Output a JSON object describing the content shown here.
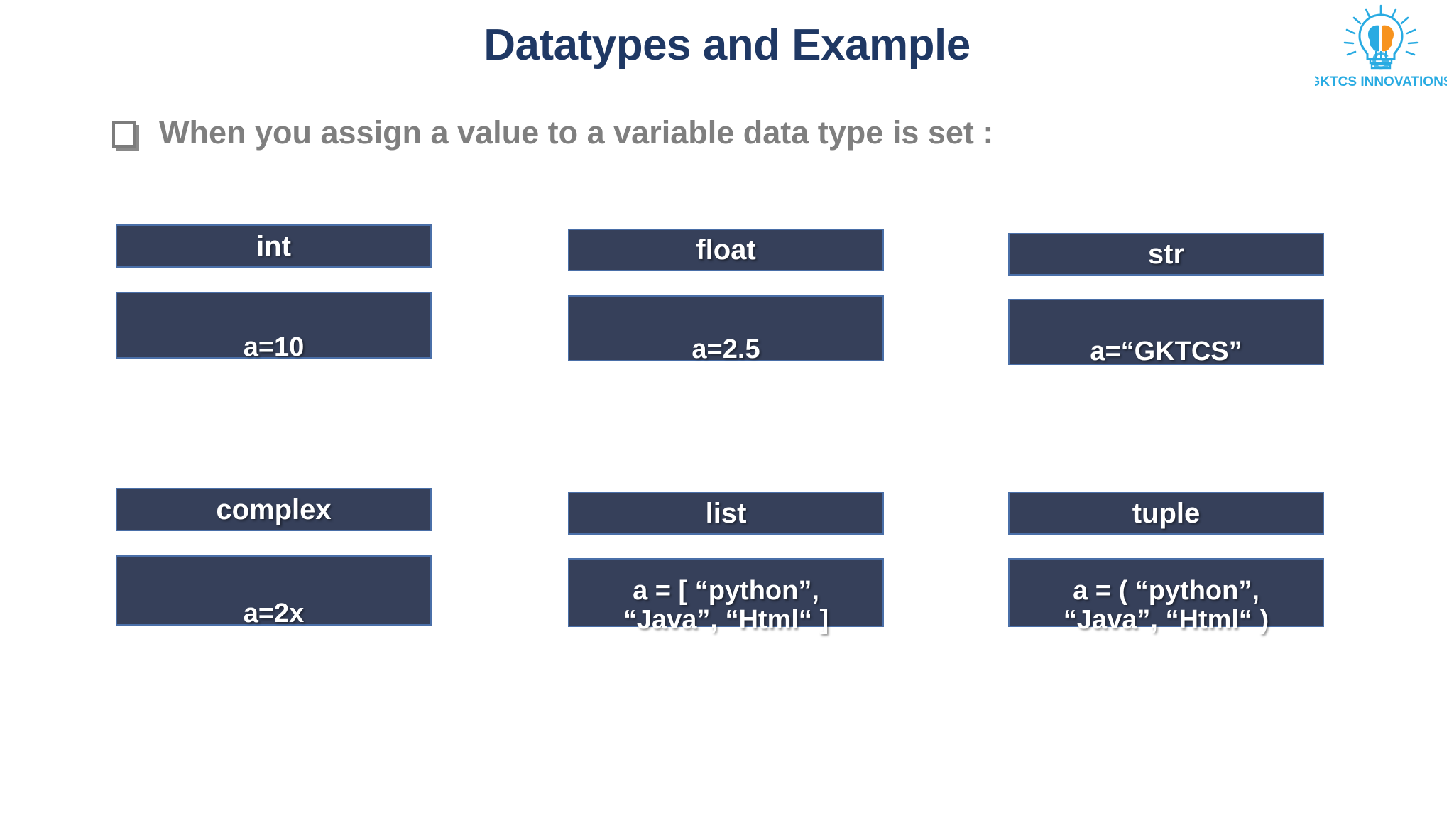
{
  "slide": {
    "title": "Datatypes and Example",
    "title_color": "#1f3864",
    "background_color": "#ffffff",
    "bullet": {
      "icon": "hollow-square-bullet",
      "text": "When you assign a value to a variable data type is set :",
      "text_color": "#7f7f7f"
    }
  },
  "logo": {
    "name": "gktcs-innovations-logo",
    "wordmark": "GKTCS INNOVATIONS",
    "wordmark_color": "#29ABE2",
    "bulb_outline_color": "#29ABE2",
    "brain_left_color": "#29ABE2",
    "brain_right_color": "#F7931E"
  },
  "box_style": {
    "fill": "#36405a",
    "border": "#4a6fa8",
    "text_color": "#ffffff"
  },
  "datatypes": [
    {
      "id": "int",
      "label": "int",
      "value": "a=10"
    },
    {
      "id": "float",
      "label": "float",
      "value": "a=2.5"
    },
    {
      "id": "str",
      "label": "str",
      "value": "a=“GKTCS”"
    },
    {
      "id": "complex",
      "label": "complex",
      "value": "a=2x"
    },
    {
      "id": "list",
      "label": "list",
      "value": "a = [ “python”,\n“Java”, “Html“ ]"
    },
    {
      "id": "tuple",
      "label": "tuple",
      "value": "a = ( “python”,\n“Java”, “Html“ )"
    }
  ]
}
